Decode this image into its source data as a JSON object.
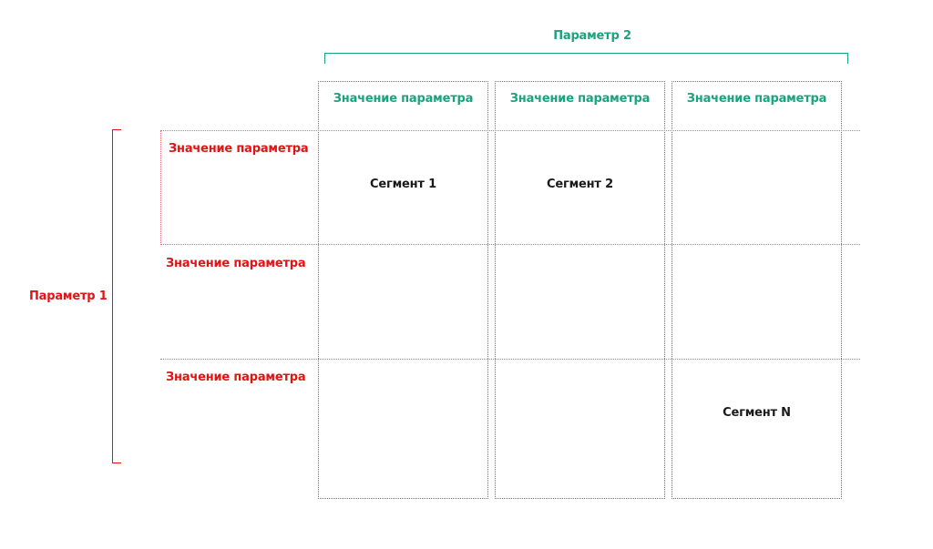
{
  "param2": {
    "title": "Параметр 2",
    "values": [
      "Значение параметра",
      "Значение параметра",
      "Значение параметра"
    ]
  },
  "param1": {
    "title": "Параметр 1",
    "values": [
      "Значение параметра",
      "Значение параметра",
      "Значение параметра"
    ]
  },
  "segments": {
    "s1": "Сегмент 1",
    "s2": "Сегмент 2",
    "sn": "Сегмент N"
  },
  "colors": {
    "param2": "#1aa37f",
    "param1": "#e01414",
    "segment_text": "#1a1a1a"
  }
}
